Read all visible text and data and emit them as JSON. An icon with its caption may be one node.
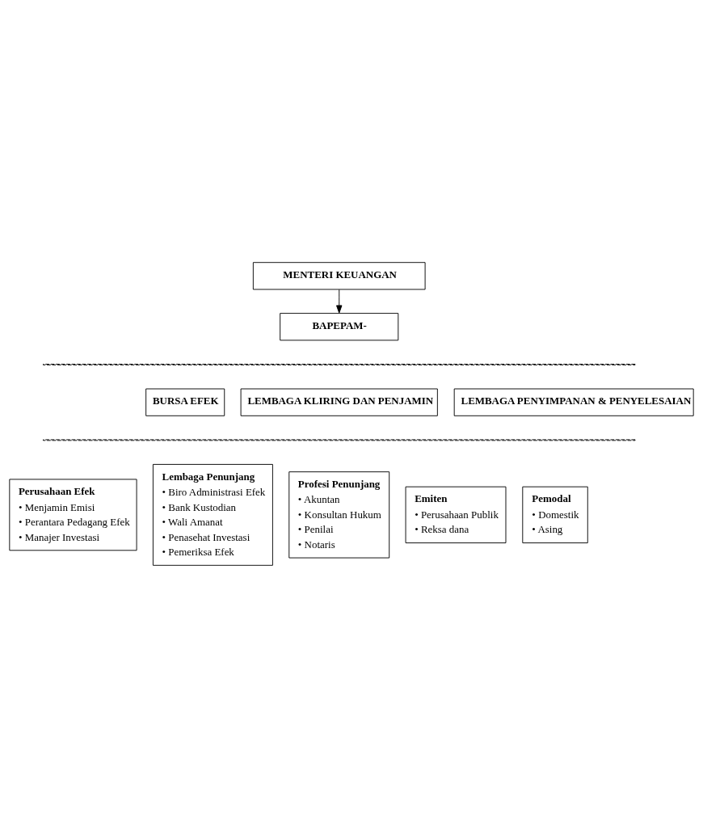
{
  "diagram": {
    "nodes": [
      {
        "text": [
          "MENTERI KEUANGAN"
        ]
      },
      {
        "text": [
          "BAPEPAM-"
        ]
      },
      {
        "text": [
          "BURSA EFEK"
        ]
      },
      {
        "text": [
          "LEMBAGA KLIRING DAN PENJAMIN"
        ]
      },
      {
        "text": [
          "LEMBAGA PENYIMPANAN & PENYELESAIAN"
        ]
      },
      {
        "text": [
          "Perusahaan Efek",
          "• Menjamin Emisi",
          "• Perantara Pedagang Efek",
          "• Manajer Investasi"
        ]
      },
      {
        "text": [
          "Lembaga Penunjang",
          "• Biro Administrasi Efek",
          "• Bank Kustodian",
          "• Wali Amanat",
          "• Penasehat Investasi",
          "• Pemeriksa Efek"
        ]
      },
      {
        "text": [
          "Profesi Penunjang",
          "• Akuntan",
          "• Konsultan Hukum",
          "• Penilai",
          "• Notaris"
        ]
      },
      {
        "text": [
          "Emiten",
          "• Perusahaan Publik",
          "• Reksa dana"
        ]
      },
      {
        "text": [
          "Pemodal",
          "• Domestik",
          "• Asing"
        ]
      }
    ],
    "edges": [
      {
        "from": 0,
        "to": 1,
        "arrow": "to"
      }
    ]
  }
}
